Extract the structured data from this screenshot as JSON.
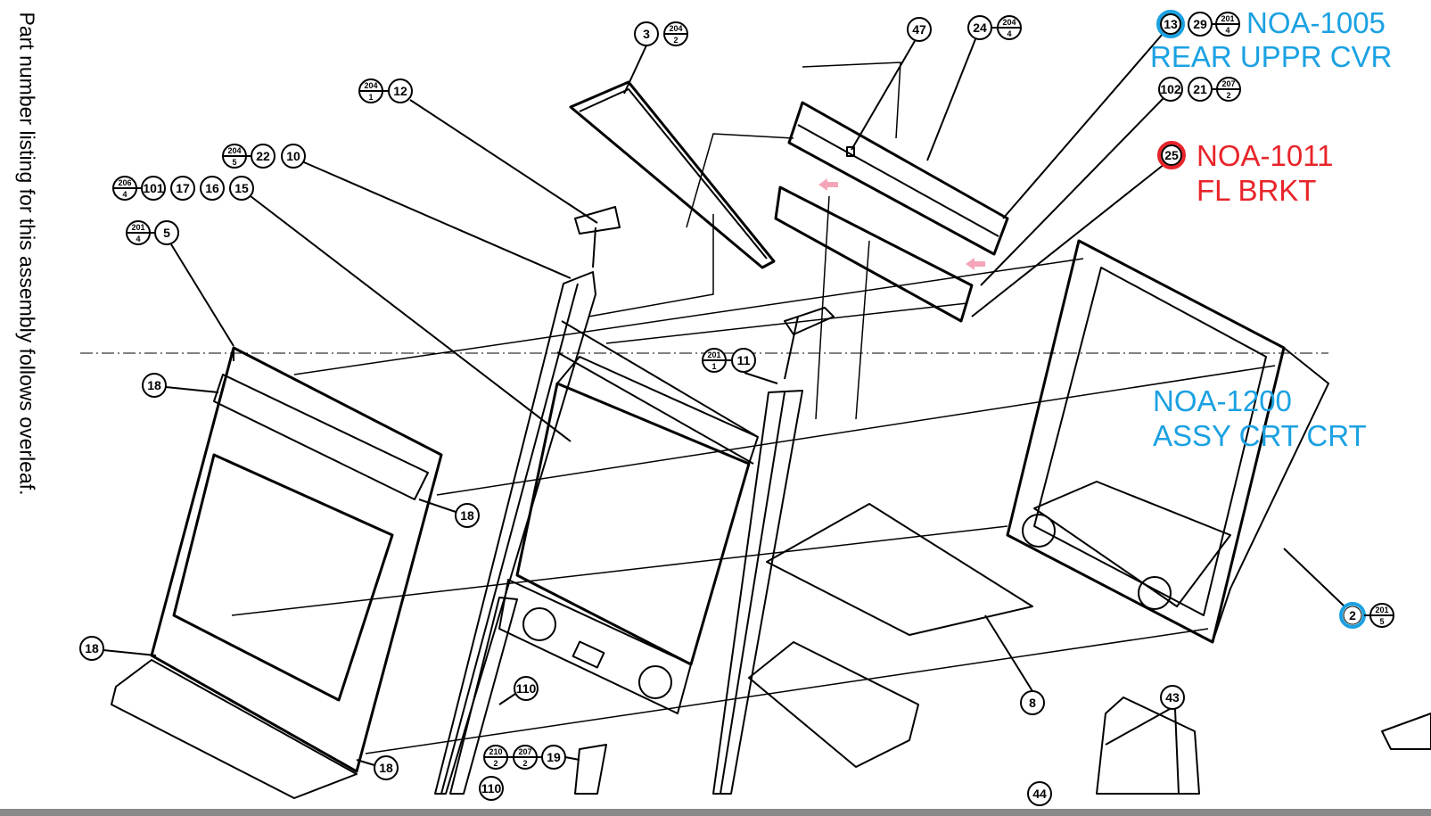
{
  "side_note": "Part number listing for this assembly follows overleaf.",
  "annotations": {
    "rear_upper_cover": {
      "part": "NOA-1005",
      "name": "REAR UPPR CVR",
      "color": "#1ba1e2"
    },
    "fl_bracket": {
      "part": "NOA-1011",
      "name": "FL BRKT",
      "color": "#e8242a"
    },
    "crt_assy": {
      "part": "NOA-1200",
      "name": "ASSY CRT CRT",
      "color": "#1ba1e2"
    }
  },
  "callouts": [
    "3",
    "12",
    "47",
    "24",
    "13",
    "29",
    "102",
    "21",
    "25",
    "10",
    "22",
    "15",
    "16",
    "17",
    "101",
    "5",
    "18",
    "18",
    "18",
    "18",
    "11",
    "8",
    "2",
    "43",
    "110",
    "110",
    "19",
    "44"
  ],
  "fractions": [
    {
      "top": "204",
      "bottom": "2"
    },
    {
      "top": "204",
      "bottom": "1"
    },
    {
      "top": "204",
      "bottom": "4"
    },
    {
      "top": "201",
      "bottom": "4"
    },
    {
      "top": "207",
      "bottom": "2"
    },
    {
      "top": "204",
      "bottom": "5"
    },
    {
      "top": "206",
      "bottom": "4"
    },
    {
      "top": "201",
      "bottom": "4"
    },
    {
      "top": "201",
      "bottom": "1"
    },
    {
      "top": "201",
      "bottom": "5"
    },
    {
      "top": "210",
      "bottom": "2"
    },
    {
      "top": "207",
      "bottom": "2"
    }
  ]
}
